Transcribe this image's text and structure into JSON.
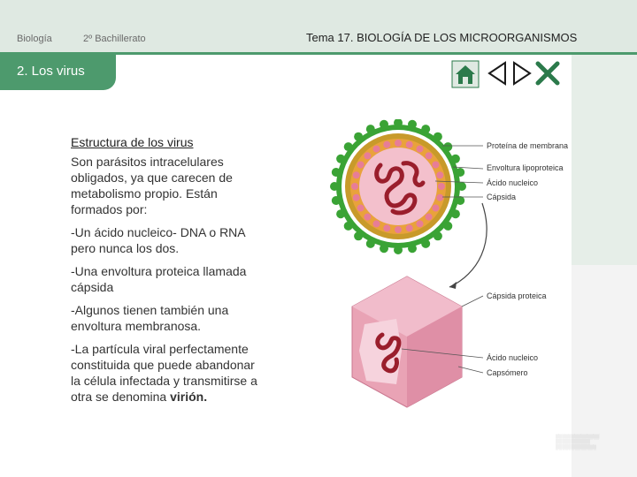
{
  "header": {
    "subject": "Biología",
    "course": "2º Bachillerato",
    "topic_prefix": "Tema 17. ",
    "topic_title": "BIOLOGÍA DE LOS MICROORGANISMOS"
  },
  "section": {
    "title": "2. Los virus"
  },
  "nav": {
    "home_icon": "home-icon",
    "prev_icon": "triangle-left-icon",
    "next_icon": "triangle-right-icon",
    "close_icon": "x-close-icon"
  },
  "content": {
    "heading": "Estructura de los virus",
    "p1": "Son parásitos intracelulares obligados, ya que carecen de metabolismo propio. Están formados por:",
    "p2": "-Un ácido nucleico- DNA o RNA pero nunca los dos.",
    "p3": "-Una envoltura proteica llamada cápsida",
    "p4": "-Algunos tienen también una envoltura membranosa.",
    "p5_text": "-La partícula viral perfectamente constituida que puede abandonar la célula infectada y transmitirse a otra se denomina ",
    "p5_bold": "virión."
  },
  "figure": {
    "labels": {
      "membrane_protein": "Proteína de membrana",
      "lipoprotein_envelope": "Envoltura lipoproteica",
      "nucleic_acid_top": "Ácido nucleico",
      "capsid": "Cápsida",
      "protein_capsid": "Cápsida proteica",
      "nucleic_acid_bottom": "Ácido nucleico",
      "capsomere": "Capsómero"
    }
  },
  "colors": {
    "accent_green": "#4d9a6d",
    "topbar_bg": "#dfe9e2",
    "virus_spike_green": "#3aa335",
    "virus_envelope_orange": "#e9a23b",
    "capsid_pink": "#e9a3b5",
    "nucleic_red": "#9a1e2c"
  }
}
